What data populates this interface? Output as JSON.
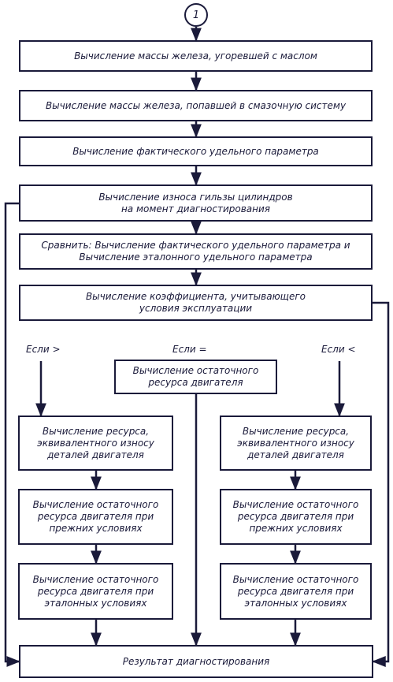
{
  "start_label": "1",
  "steps": {
    "mass_burnt": "Вычисление массы железа, угоревшей с маслом",
    "mass_lube": "Вычисление массы железа, попавшей в смазочную систему",
    "actual_param": "Вычисление фактического удельного параметра",
    "liner_wear": "Вычисление износа гильзы цилиндров на момент диагностирования",
    "compare": "Сравнить: Вычисление фактического удельного параметра и Вычисление эталонного удельного параметра",
    "coef": "Вычисление коэффициента, учитывающего условия эксплуатации",
    "residual_center": "Вычисление остаточного ресурса двигателя",
    "left_equiv": "Вычисление ресурса, эквивалентного износу деталей двигателя",
    "left_prev": "Вычисление остаточного ресурса двигателя при прежних условиях",
    "left_ref": "Вычисление остаточного ресурса двигателя при эталонных условиях",
    "right_equiv": "Вычисление ресурса, эквивалентного износу деталей двигателя",
    "right_prev": "Вычисление остаточного ресурса двигателя при прежних условиях",
    "right_ref": "Вычисление остаточного ресурса двигателя при эталонных условиях",
    "result": "Результат диагностирования"
  },
  "conditions": {
    "greater": "Если >",
    "equal": "Если =",
    "less": "Если <"
  }
}
